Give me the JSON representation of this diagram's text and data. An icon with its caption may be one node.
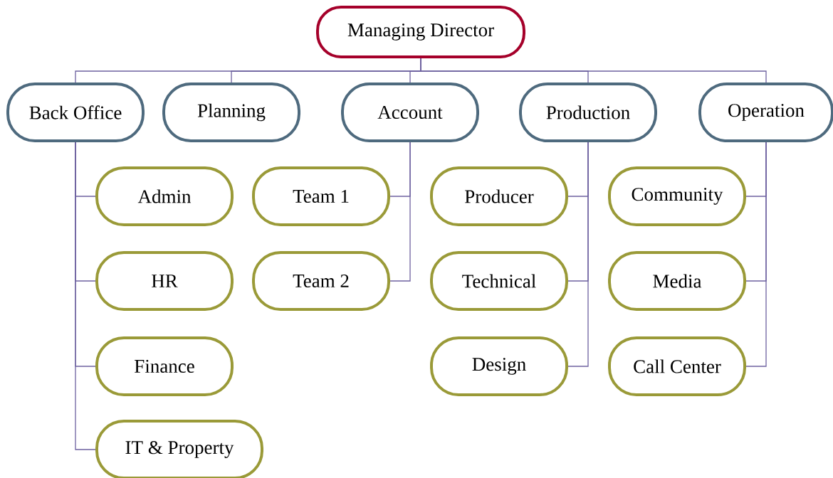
{
  "diagram": {
    "nodes": [
      {
        "text": [
          "Managing Director"
        ]
      },
      {
        "text": [
          "Back Office"
        ]
      },
      {
        "text": [
          "Planning"
        ]
      },
      {
        "text": [
          "Account"
        ]
      },
      {
        "text": [
          "Production"
        ]
      },
      {
        "text": [
          "Operation"
        ]
      },
      {
        "text": [
          "Admin"
        ]
      },
      {
        "text": [
          "HR"
        ]
      },
      {
        "text": [
          "Finance"
        ]
      },
      {
        "text": [
          "IT & Property"
        ]
      },
      {
        "text": [
          "Team 1"
        ]
      },
      {
        "text": [
          "Team 2"
        ]
      },
      {
        "text": [
          "Producer"
        ]
      },
      {
        "text": [
          "Technical"
        ]
      },
      {
        "text": [
          "Design"
        ]
      },
      {
        "text": [
          "Community"
        ]
      },
      {
        "text": [
          "Media"
        ]
      },
      {
        "text": [
          "Call Center"
        ]
      }
    ],
    "edges": [
      {
        "from": 0,
        "to": 1,
        "arrow": "none"
      },
      {
        "from": 0,
        "to": 2,
        "arrow": "none"
      },
      {
        "from": 0,
        "to": 3,
        "arrow": "none"
      },
      {
        "from": 0,
        "to": 4,
        "arrow": "none"
      },
      {
        "from": 0,
        "to": 5,
        "arrow": "none"
      },
      {
        "from": 1,
        "to": 6,
        "arrow": "none"
      },
      {
        "from": 1,
        "to": 7,
        "arrow": "none"
      },
      {
        "from": 1,
        "to": 8,
        "arrow": "none"
      },
      {
        "from": 1,
        "to": 9,
        "arrow": "none"
      },
      {
        "from": 3,
        "to": 10,
        "arrow": "none"
      },
      {
        "from": 3,
        "to": 11,
        "arrow": "none"
      },
      {
        "from": 4,
        "to": 12,
        "arrow": "none"
      },
      {
        "from": 4,
        "to": 13,
        "arrow": "none"
      },
      {
        "from": 4,
        "to": 14,
        "arrow": "none"
      },
      {
        "from": 5,
        "to": 15,
        "arrow": "none"
      },
      {
        "from": 5,
        "to": 16,
        "arrow": "none"
      },
      {
        "from": 5,
        "to": 17,
        "arrow": "none"
      }
    ]
  }
}
